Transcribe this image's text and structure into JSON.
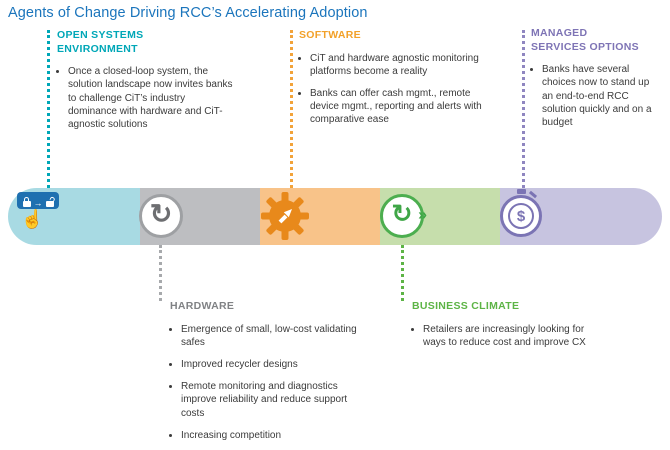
{
  "title": "Agents of Change Driving RCC’s Accelerating Adoption",
  "colors": {
    "title_blue": "#1B75BC",
    "teal": "#00A7B7",
    "orange": "#F2A129",
    "purple": "#7E74B5",
    "gray": "#808285",
    "green": "#5DB446",
    "segment_cyan": "#A8DAE3",
    "segment_gray": "#BDBEC1",
    "segment_orange": "#F8C389",
    "segment_green": "#C6DEAC",
    "segment_purple": "#C7C4E0",
    "icon_blue": "#1E70B0",
    "gear_orange": "#E8891B"
  },
  "sections": {
    "open_systems": {
      "title_lines": [
        "OPEN SYSTEMS",
        "ENVIRONMENT"
      ],
      "bullets": [
        "Once a closed-loop system, the solution landscape now invites banks to challenge CiT’s industry dominance with hardware and CiT-agnostic solutions"
      ]
    },
    "software": {
      "title_lines": [
        "SOFTWARE"
      ],
      "bullets": [
        "CiT and hardware agnostic monitoring platforms become a reality",
        "Banks can offer cash mgmt., remote device mgmt., reporting and alerts with comparative ease"
      ]
    },
    "managed_services": {
      "title_lines": [
        "MANAGED",
        "SERVICES OPTIONS"
      ],
      "bullets": [
        "Banks have several choices now to stand up an end-to-end RCC solution quickly and on a budget"
      ]
    },
    "hardware": {
      "title_lines": [
        "HARDWARE"
      ],
      "bullets": [
        "Emergence of small, low-cost validating safes",
        "Improved recycler designs",
        "Remote monitoring and diagnostics improve reliability and reduce support costs",
        "Increasing competition"
      ]
    },
    "business_climate": {
      "title_lines": [
        "BUSINESS CLIMATE"
      ],
      "bullets": [
        "Retailers are increasingly looking for ways to reduce cost and improve CX"
      ]
    }
  },
  "glyphs": {
    "cycle": "↻",
    "chevrons": "»",
    "hand": "☝",
    "arrow": "→",
    "dollar": "$"
  }
}
